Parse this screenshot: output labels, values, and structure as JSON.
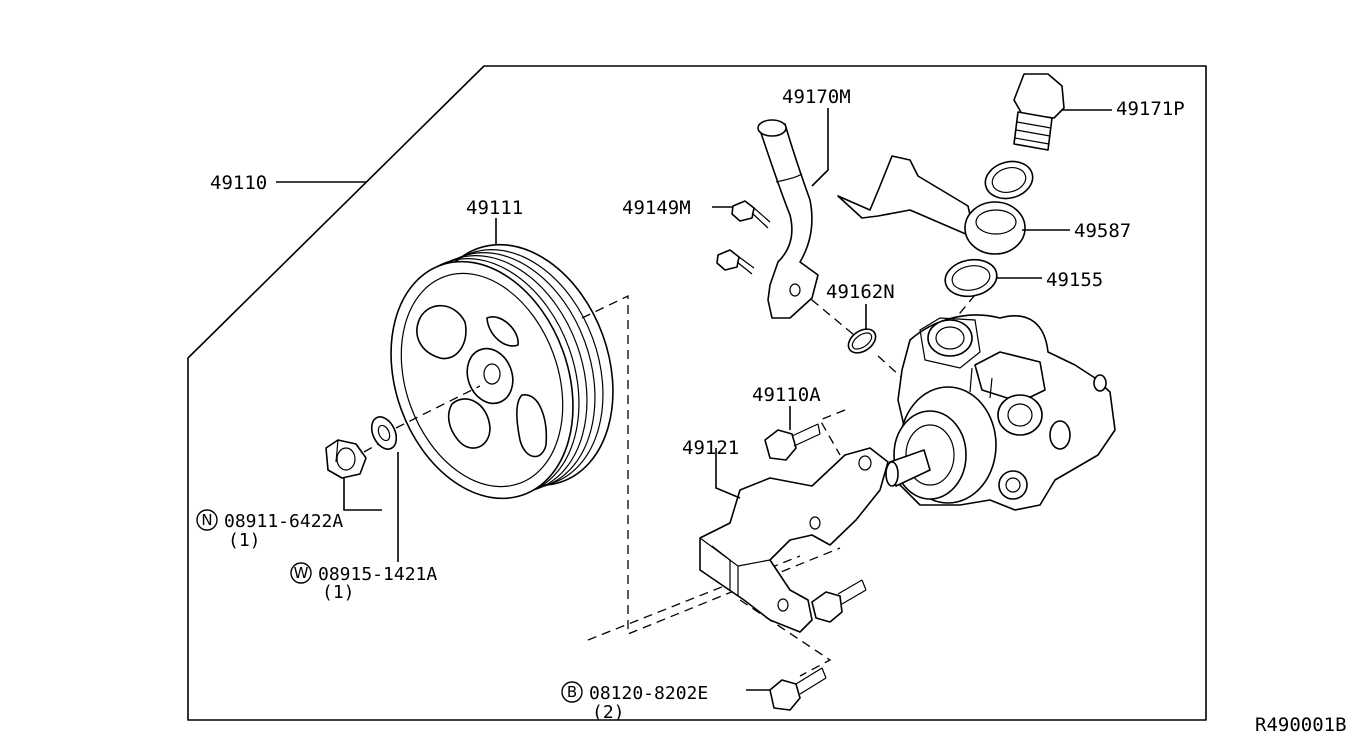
{
  "labels": {
    "assembly": "49110",
    "pulley": "49111",
    "tube": "49170M",
    "tube_bolt": "49149M",
    "connector": "49171P",
    "eye_bolt": "49587",
    "washer": "49155",
    "o_ring": "49162N",
    "bracket_bolt": "49110A",
    "bracket": "49121"
  },
  "callouts": {
    "nut": {
      "symbol": "N",
      "part": "08911-6422A",
      "qty": "(1)"
    },
    "washer": {
      "symbol": "W",
      "part": "08915-1421A",
      "qty": "(1)"
    },
    "bolt": {
      "symbol": "B",
      "part": "08120-8202E",
      "qty": "(2)"
    }
  },
  "drawing_code": "R490001B"
}
